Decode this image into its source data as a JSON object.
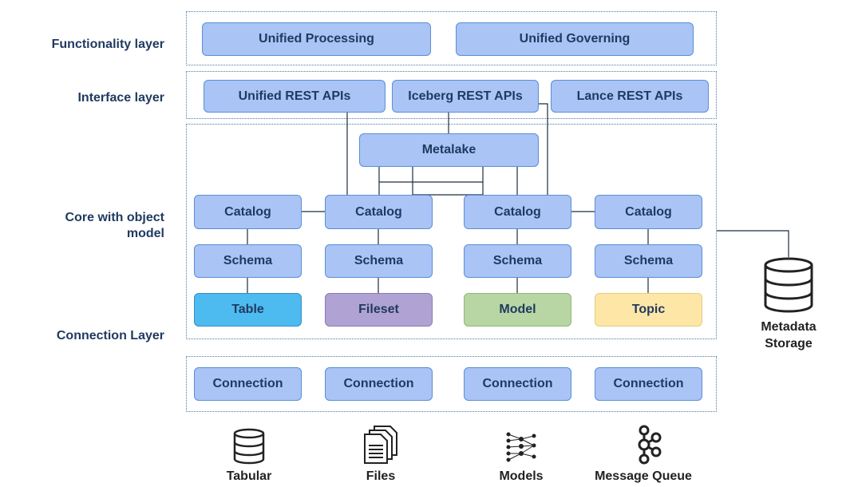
{
  "layers": {
    "functionality": "Functionality layer",
    "interface": "Interface layer",
    "core_line1": "Core with object",
    "core_line2": "model",
    "connection": "Connection Layer"
  },
  "functionality": {
    "processing": "Unified Processing",
    "governing": "Unified Governing"
  },
  "interface": {
    "unified_rest": "Unified REST APIs",
    "iceberg_rest": "Iceberg REST APIs",
    "lance_rest": "Lance REST APIs"
  },
  "core": {
    "metalake": "Metalake",
    "catalogs": [
      "Catalog",
      "Catalog",
      "Catalog",
      "Catalog"
    ],
    "schemas": [
      "Schema",
      "Schema",
      "Schema",
      "Schema"
    ],
    "objects": [
      "Table",
      "Fileset",
      "Model",
      "Topic"
    ]
  },
  "connections": [
    "Connection",
    "Connection",
    "Connection",
    "Connection"
  ],
  "storage": {
    "line1": "Metadata",
    "line2": "Storage",
    "icon": "database-icon"
  },
  "sources": [
    {
      "label": "Tabular",
      "icon": "database-icon"
    },
    {
      "label": "Files",
      "icon": "files-icon"
    },
    {
      "label": "Models",
      "icon": "neural-network-icon"
    },
    {
      "label": "Message Queue",
      "icon": "message-queue-icon"
    }
  ],
  "colors": {
    "box": "#a9c4f5",
    "table": "#4dbaf0",
    "fileset": "#b0a3d3",
    "model": "#b7d6a3",
    "topic": "#fde6a6",
    "label": "#1f3a5f"
  }
}
